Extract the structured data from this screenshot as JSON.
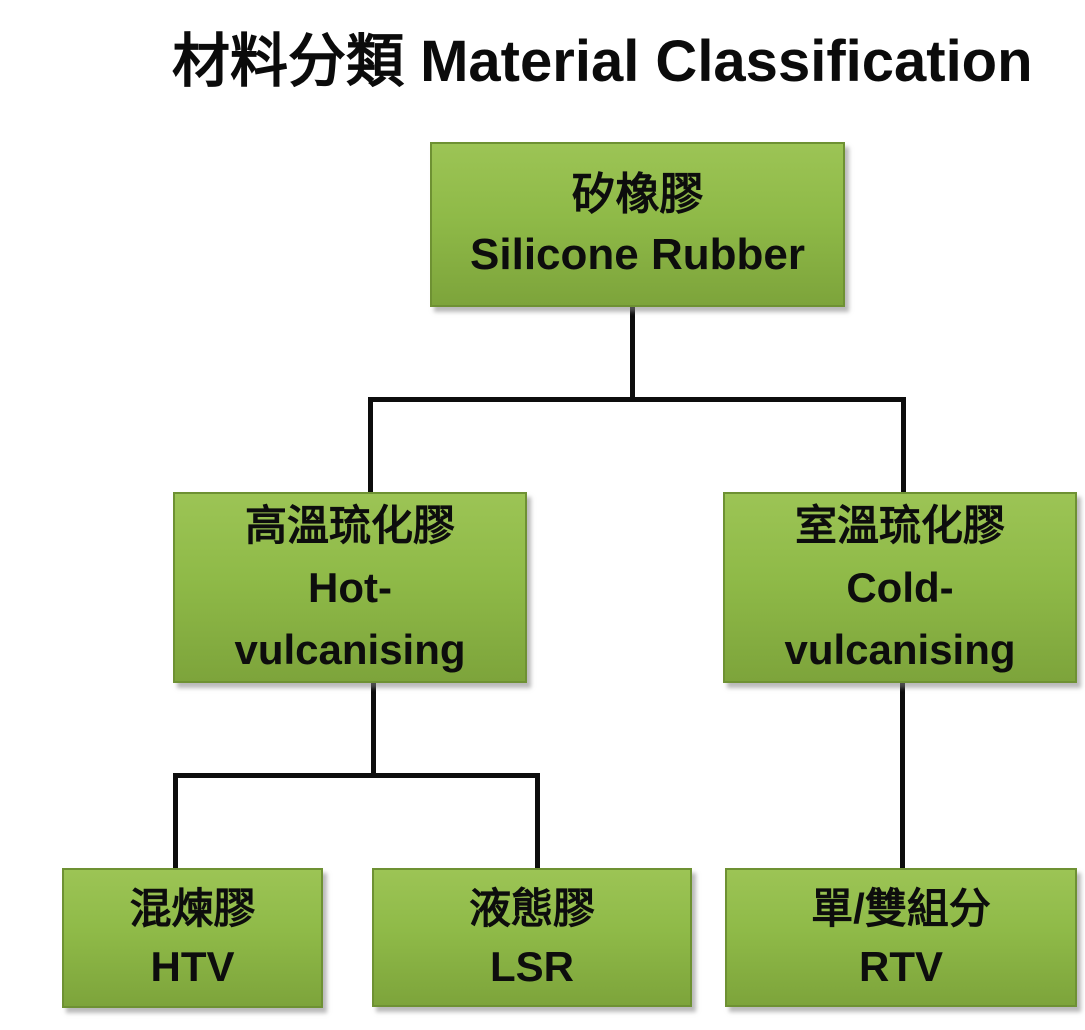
{
  "title": "材料分類 Material Classification",
  "colors": {
    "background": "#ffffff",
    "box_gradient_top": "#9cc455",
    "box_gradient_bottom": "#7da43b",
    "box_border": "#6e9133",
    "box_shadow": "#828282",
    "connector": "#0d0d0d",
    "text": "#0b0b0b"
  },
  "nodes": {
    "root": {
      "line1": "矽橡膠",
      "line2": "Silicone Rubber"
    },
    "hot": {
      "line1": "高溫琉化膠",
      "line2": "Hot-",
      "line3": "vulcanising"
    },
    "cold": {
      "line1": "室溫琉化膠",
      "line2": "Cold-",
      "line3": "vulcanising"
    },
    "htv": {
      "line1": "混煉膠",
      "line2": "HTV"
    },
    "lsr": {
      "line1": "液態膠",
      "line2": "LSR"
    },
    "rtv": {
      "line1": "單/雙組分",
      "line2": "RTV"
    }
  },
  "hierarchy": {
    "root": "Silicone Rubber",
    "children": [
      {
        "name": "Hot-vulcanising",
        "children": [
          "HTV",
          "LSR"
        ]
      },
      {
        "name": "Cold-vulcanising",
        "children": [
          "RTV"
        ]
      }
    ]
  }
}
